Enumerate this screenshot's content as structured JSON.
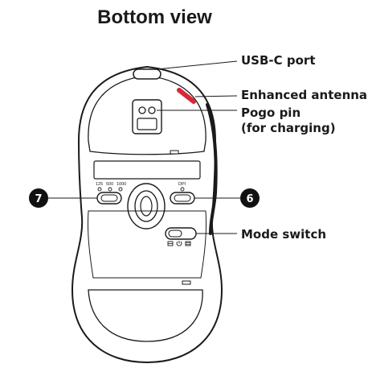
{
  "title": "Bottom view",
  "callouts": {
    "usb_c_port": "USB-C port",
    "enhanced_antenna": "Enhanced antenna",
    "pogo_pin_line1": "Pogo pin",
    "pogo_pin_line2": "(for charging)",
    "mode_switch": "Mode switch"
  },
  "buttons": {
    "left_badge": "7",
    "right_badge": "6",
    "dpi_options": [
      "125",
      "500",
      "1000"
    ],
    "dpi_label": "DPI"
  },
  "colors": {
    "antenna": "#d9263b",
    "outline": "#1a1a1a",
    "badge": "#111111"
  },
  "icons": [
    "mode-icon-left",
    "power-icon",
    "mode-icon-right"
  ]
}
